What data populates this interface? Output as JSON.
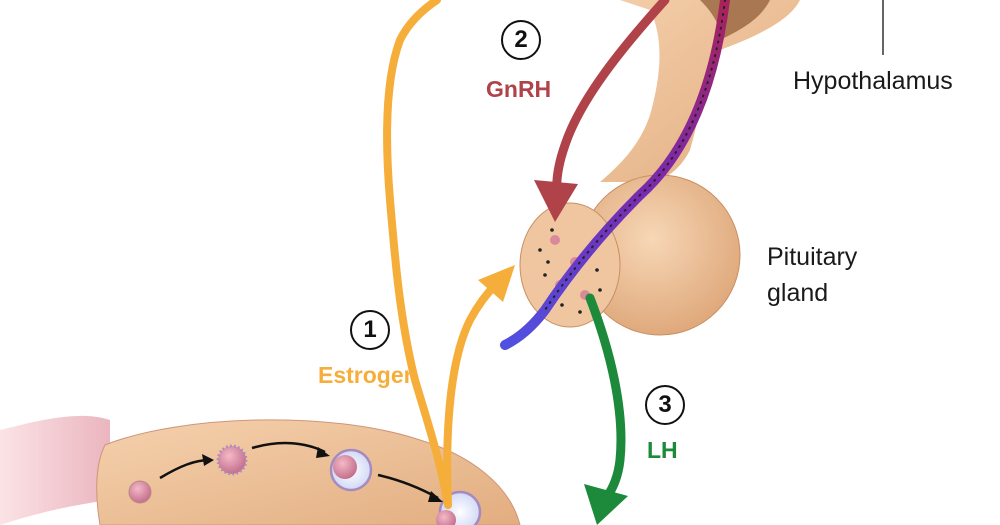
{
  "labels": {
    "hypothalamus": "Hypothalamus",
    "pituitary_line1": "Pituitary",
    "pituitary_line2": "gland"
  },
  "steps": [
    {
      "number": "1",
      "hormone": "Estrogen"
    },
    {
      "number": "2",
      "hormone": "GnRH"
    },
    {
      "number": "3",
      "hormone": "LH"
    }
  ],
  "colors": {
    "estrogen": "#f6ae3b",
    "gnrh": "#b0434a",
    "lh": "#1c8a3a",
    "tissue": "#efc29a"
  }
}
